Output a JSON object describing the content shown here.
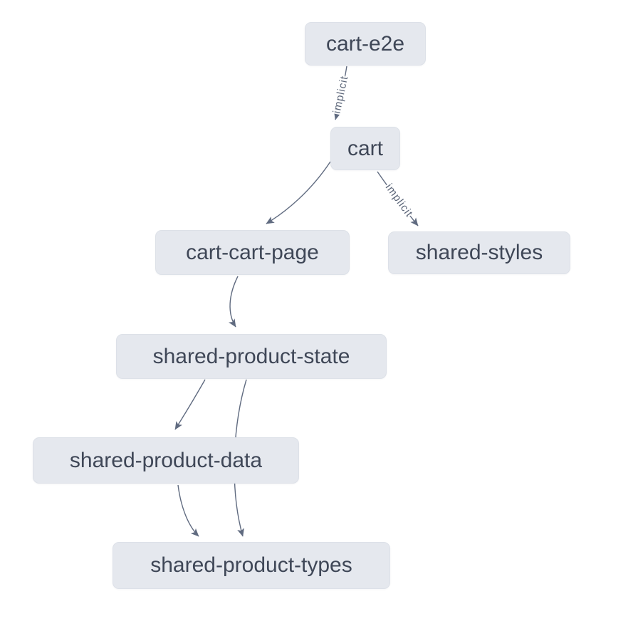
{
  "diagram": {
    "type": "dependency-graph",
    "background_color": "#ffffff",
    "node_fill_color": "#e5e8ee",
    "node_border_color": "#dde1e8",
    "node_text_color": "#3f4757",
    "edge_color": "#606b80",
    "edge_label_color": "#5c6679",
    "nodes": [
      {
        "id": "cart-e2e",
        "label": "cart-e2e"
      },
      {
        "id": "cart",
        "label": "cart"
      },
      {
        "id": "cart-cart-page",
        "label": "cart-cart-page"
      },
      {
        "id": "shared-styles",
        "label": "shared-styles"
      },
      {
        "id": "shared-product-state",
        "label": "shared-product-state"
      },
      {
        "id": "shared-product-data",
        "label": "shared-product-data"
      },
      {
        "id": "shared-product-types",
        "label": "shared-product-types"
      }
    ],
    "edges": [
      {
        "from": "cart-e2e",
        "to": "cart",
        "label": "implicit",
        "style": "labeled"
      },
      {
        "from": "cart",
        "to": "cart-cart-page",
        "label": "",
        "style": "plain"
      },
      {
        "from": "cart",
        "to": "shared-styles",
        "label": "implicit",
        "style": "labeled"
      },
      {
        "from": "cart-cart-page",
        "to": "shared-product-state",
        "label": "",
        "style": "plain"
      },
      {
        "from": "shared-product-state",
        "to": "shared-product-data",
        "label": "",
        "style": "plain"
      },
      {
        "from": "shared-product-state",
        "to": "shared-product-types",
        "label": "",
        "style": "plain"
      },
      {
        "from": "shared-product-data",
        "to": "shared-product-types",
        "label": "",
        "style": "plain"
      }
    ]
  }
}
